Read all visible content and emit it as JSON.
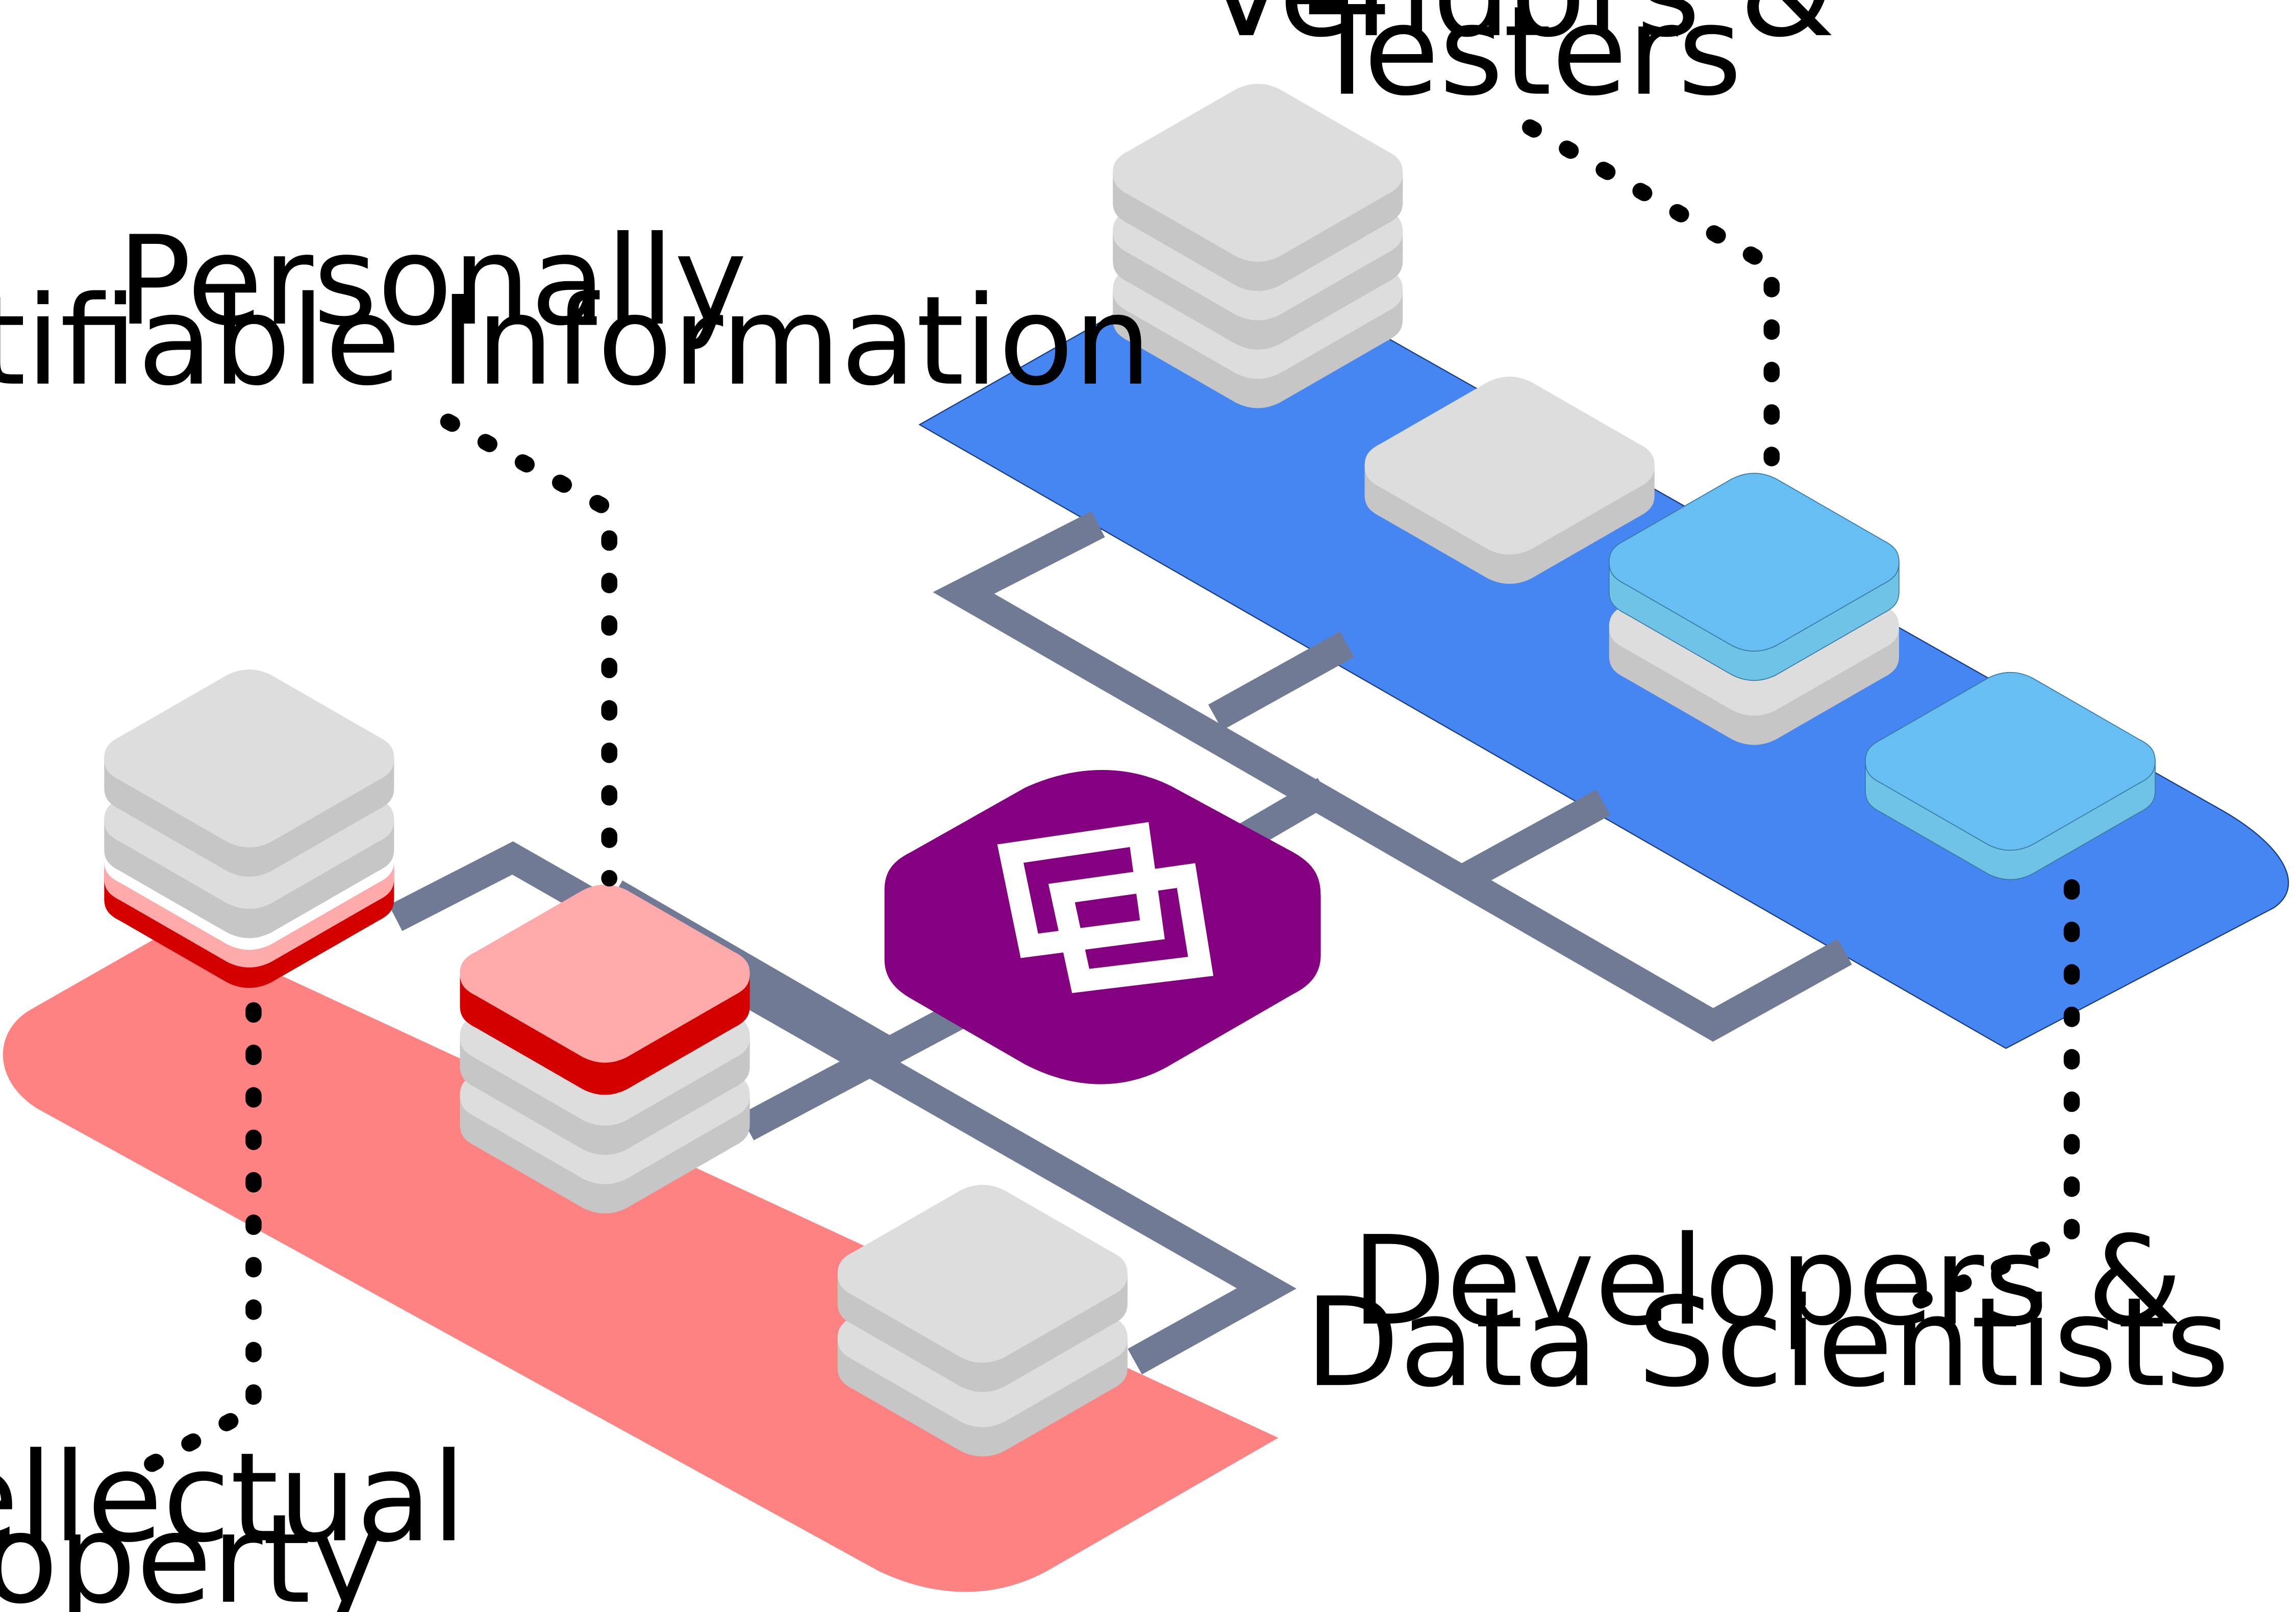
{
  "labels": {
    "vendors_line1": "Vendors &",
    "vendors_line2": "Testers",
    "pii_line1": "Personally",
    "pii_line2": "Identifiable Information",
    "devs_line1": "Developers &",
    "devs_line2": "Data Scientists",
    "ip_line1": "Intellectual",
    "ip_line2": "Property"
  },
  "colors": {
    "blue_platform": "#4686f2",
    "red_platform": "#ff8282",
    "connector": "#717a95",
    "hub": "#840080",
    "hub_icon": "#ffffff",
    "db_top_gray": "#dddddd",
    "db_side_gray": "#c6c6c6",
    "db_stripe_gray": "#e6e6e6",
    "db_top_blue": "#66bef3",
    "db_side_blue": "#6fc3e6",
    "db_top_pink": "#ffaaaa",
    "db_band_red": "#d40000"
  },
  "icons": {
    "hub": "interlocking-squares-icon"
  }
}
